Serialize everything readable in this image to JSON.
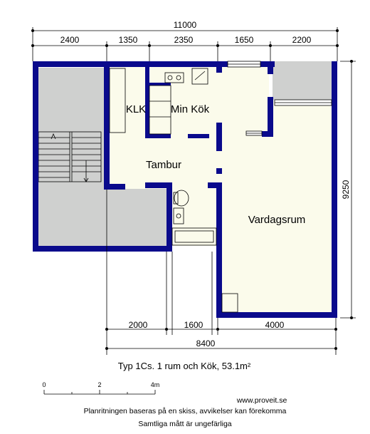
{
  "colors": {
    "wall": "#0a0a8c",
    "floor": "#fbfbeb",
    "shade": "#cfd0cf",
    "line": "#000000"
  },
  "dimensions": {
    "top_total": "11000",
    "top_segments": [
      "2400",
      "1350",
      "2350",
      "1650",
      "2200"
    ],
    "right_height": "9250",
    "bottom_segments": [
      "2000",
      "1600",
      "4000"
    ],
    "bottom_total": "8400"
  },
  "rooms": {
    "klk": "KLK",
    "kitchen": "Min Kök",
    "hall": "Tambur",
    "living": "Vardagsrum"
  },
  "caption": "Typ 1Cs. 1 rum och Kök, 53.1m²",
  "scale_bar": {
    "labels": [
      "0",
      "2",
      "4m"
    ]
  },
  "footer": {
    "website": "www.proveit.se",
    "note1": "Planritningen baseras på en skiss, avvikelser kan förekomma",
    "note2": "Samtliga mått är ungefärliga"
  }
}
